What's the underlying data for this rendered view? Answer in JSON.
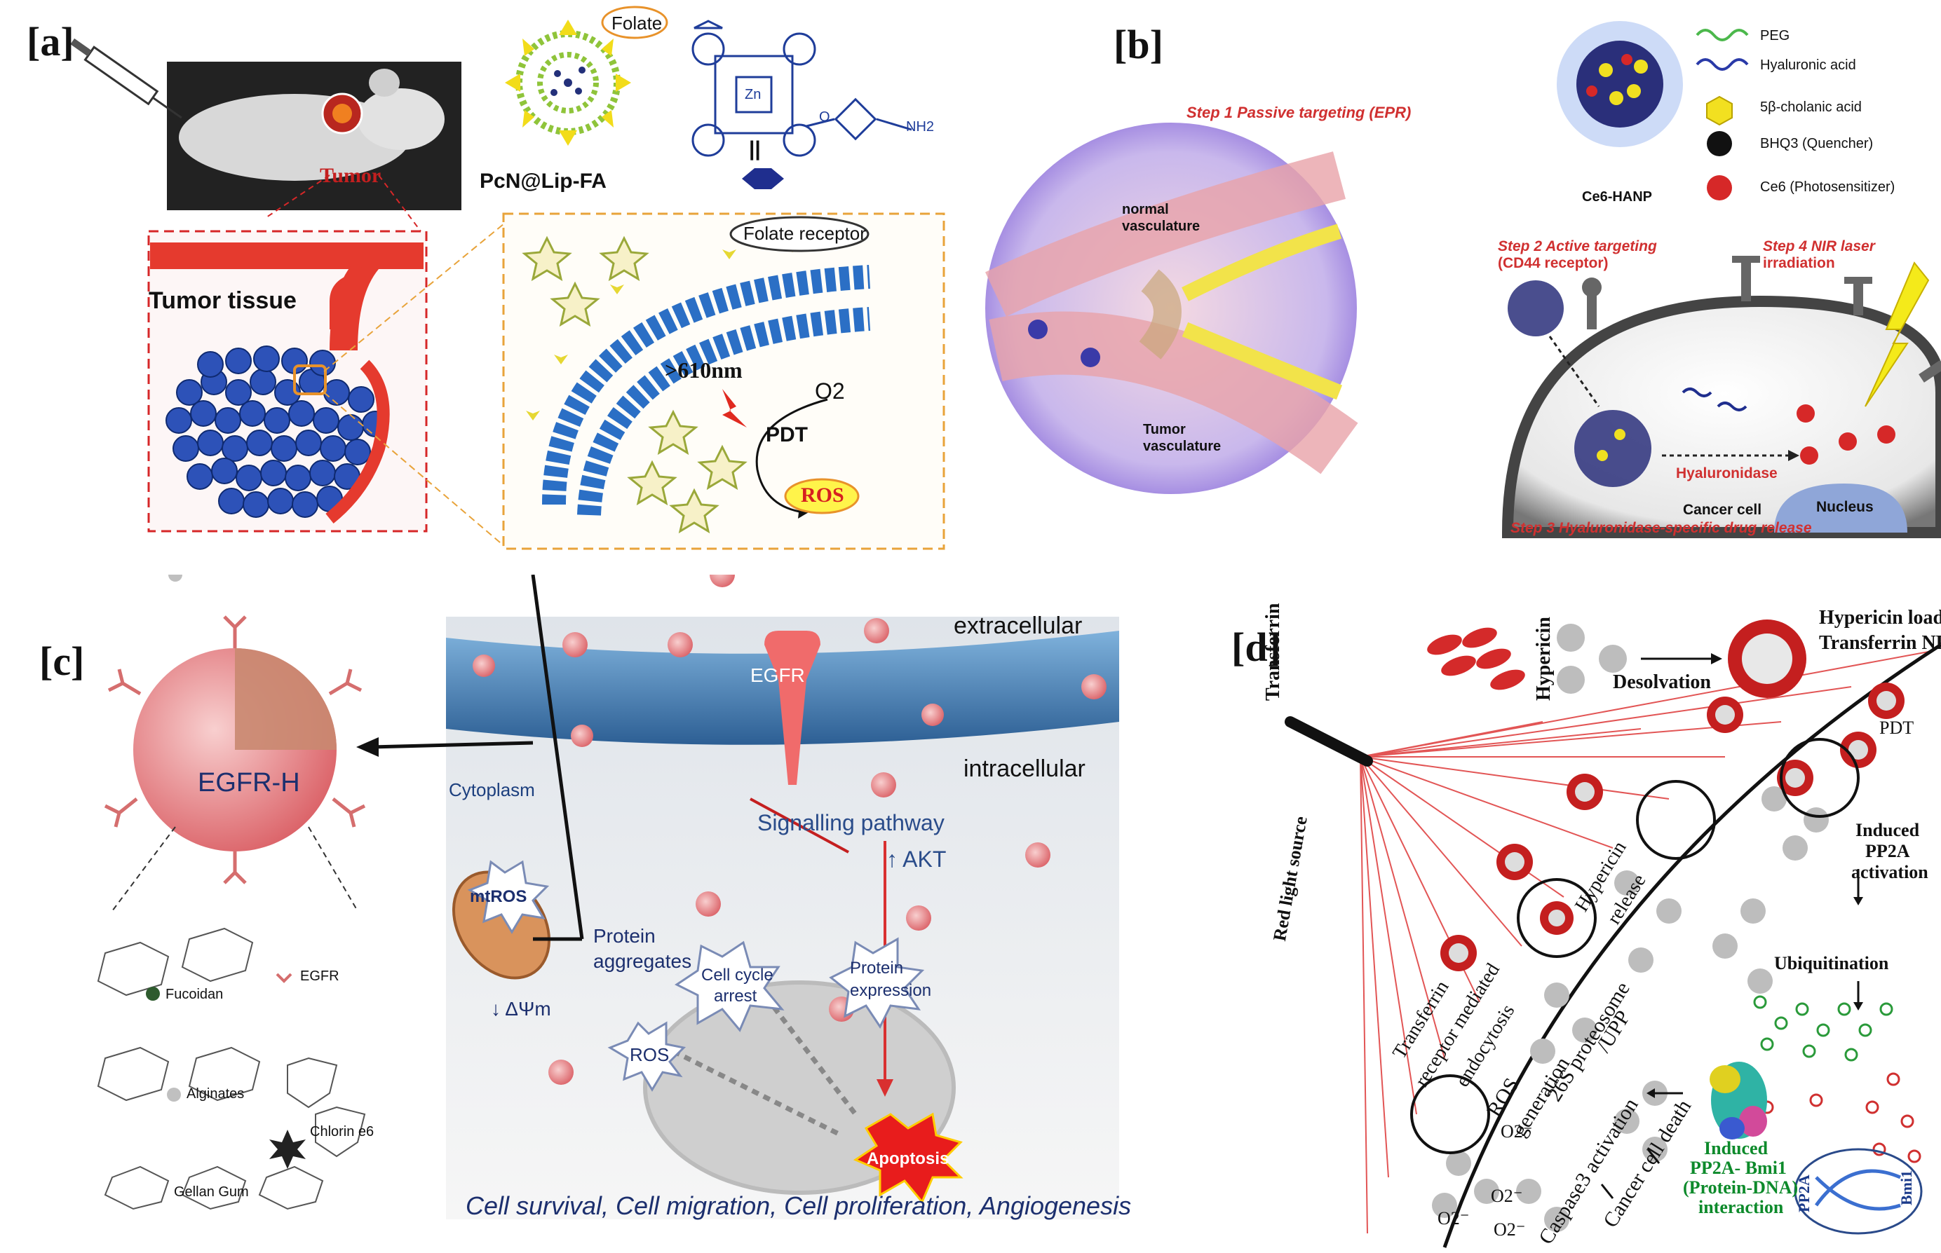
{
  "panels": {
    "a": {
      "label": "[a]",
      "tumor": "Tumor",
      "tumor_tissue": "Tumor tissue",
      "folate": "Folate",
      "liposome_name": "PcN@Lip-FA",
      "equals": "||",
      "nh2": "NH2",
      "zn": "Zn",
      "o": "O",
      "folate_receptor": "Folate receptor",
      "wavelength": ">610nm",
      "oxygen": "O2",
      "pdt": "PDT",
      "ros": "ROS"
    },
    "b": {
      "label": "[b]",
      "step1": "Step 1 Passive targeting (EPR)",
      "normal_vasculature_1": "normal",
      "normal_vasculature_2": "vasculature",
      "tumor_vasculature_1": "Tumor",
      "tumor_vasculature_2": "vasculature",
      "nanoparticle": "Ce6-HANP",
      "legend": [
        {
          "key": "peg",
          "text": "PEG"
        },
        {
          "key": "ha",
          "text": "Hyaluronic acid"
        },
        {
          "key": "cholanic",
          "text": "5β-cholanic acid"
        },
        {
          "key": "bhq3",
          "text": "BHQ3 (Quencher)"
        },
        {
          "key": "ce6",
          "text": "Ce6 (Photosensitizer)"
        }
      ],
      "step2_1": "Step 2 Active targeting",
      "step2_2": "(CD44 receptor)",
      "step4_1": "Step 4 NIR laser",
      "step4_2": "irradiation",
      "hyaluronidase": "Hyaluronidase",
      "cancer_cell": "Cancer cell",
      "nucleus": "Nucleus",
      "step3": "Step 3 Hyaluronidase-specific drug release"
    },
    "c": {
      "label": "[c]",
      "extracellular": "extracellular",
      "intracellular": "intracellular",
      "egfr": "EGFR",
      "egfr_h": "EGFR-H",
      "cytoplasm": "Cytoplasm",
      "signalling": "Signalling pathway",
      "akt": "↑ AKT",
      "mtros": "mtROS",
      "protein_agg_1": "Protein",
      "protein_agg_2": "aggregates",
      "delta_psi": "↓ ΔΨm",
      "cell_cycle_1": "Cell cycle",
      "cell_cycle_2": "arrest",
      "protein_exp_1": "Protein",
      "protein_exp_2": "expression",
      "ros": "ROS",
      "apoptosis": "Apoptosis",
      "fucoidan": "Fucoidan",
      "alginates": "Alginates",
      "gellan": "Gellan Gum",
      "egfr_legend": "EGFR",
      "chlorin": "Chlorin e6",
      "footer": "Cell survival, Cell migration, Cell proliferation, Angiogenesis"
    },
    "d": {
      "label": "[d]",
      "transferrin": "Transferrin",
      "hypericin": "Hypericin",
      "desolvation": "Desolvation",
      "np_1": "Hypericin loaded",
      "np_2": "Transferrin NPs",
      "red_light": "Red light source",
      "pdt": "PDT",
      "pp2a_1": "Induced",
      "pp2a_2": "PP2A",
      "pp2a_3": "activation",
      "ubiquitination": "Ubiquitination",
      "hyp_release_1": "Hypericin",
      "hyp_release_2": "release",
      "endo_1": "Transferrin",
      "endo_2": "receptor mediated",
      "endo_3": "endocytosis",
      "proteosome_1": "26S proteosome",
      "proteosome_2": "/UPP",
      "ros_1": "ROS",
      "ros_2": "generation",
      "caspase": "Caspase3 activation",
      "death": "Cancer cell death",
      "bmi_1": "Induced",
      "bmi_2": "PP2A- Bmi1",
      "bmi_3": "(Protein-DNA)",
      "bmi_4": "interaction",
      "o2_minus": "O2⁻",
      "dna_pp2a": "PP2A",
      "dna_bmi1": "Bmi1"
    }
  },
  "colors": {
    "red": "#d9201e",
    "dark_red": "#b3151b",
    "blue": "#1f4fb0",
    "navy": "#23307a",
    "yellow": "#f2e21a",
    "green_label": "#0d8a2b"
  }
}
